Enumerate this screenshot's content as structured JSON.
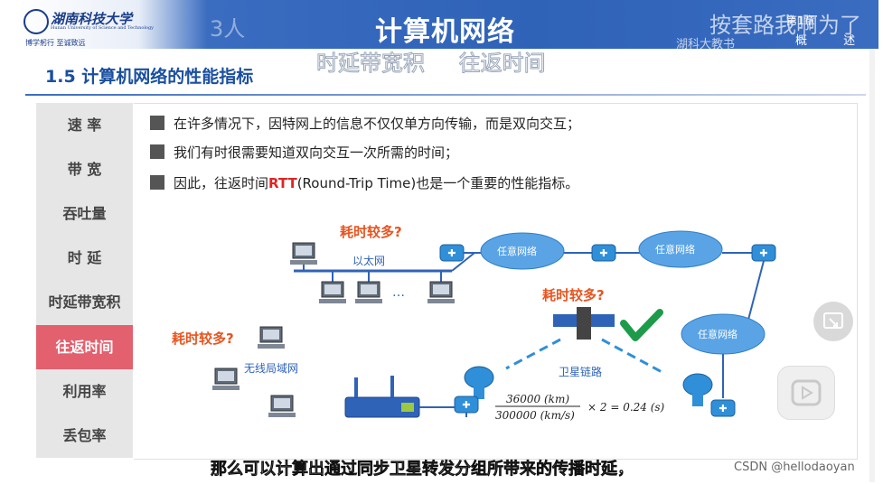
{
  "header": {
    "school_name": "湖南科技大学",
    "school_english": "Hunan University of Science and Technology",
    "school_motto": "博学躬行  至诚致远",
    "viewer_count_watermark": "3人",
    "main_title": "计算机网络",
    "watermark_right": "按套路我啊为了",
    "chapter_label": "第1章",
    "chapter_name": "概 述",
    "school_watermark": "湖科大教书",
    "watermark_tabs": [
      "时延带宽积",
      "往返时间"
    ]
  },
  "section_title": "1.5 计算机网络的性能指标",
  "sidebar": {
    "items": [
      {
        "label": "速 率",
        "active": false
      },
      {
        "label": "带 宽",
        "active": false
      },
      {
        "label": "吞吐量",
        "active": false
      },
      {
        "label": "时 延",
        "active": false
      },
      {
        "label": "时延带宽积",
        "active": false
      },
      {
        "label": "往返时间",
        "active": true
      },
      {
        "label": "利用率",
        "active": false
      },
      {
        "label": "丢包率",
        "active": false
      }
    ]
  },
  "bullets": [
    {
      "text": "在许多情况下，因特网上的信息不仅仅单方向传输，而是双向交互；"
    },
    {
      "text": "我们有时很需要知道双向交互一次所需的时间；"
    },
    {
      "before": "因此，往返时间",
      "highlight": "RTT",
      "after": "(Round-Trip Time)也是一个重要的性能指标。"
    }
  ],
  "diagram": {
    "question_label": "耗时较多?",
    "ethernet_label": "以太网",
    "wireless_label": "无线局域网",
    "cloud_label": "任意网络",
    "satellite_link_label": "卫星链路",
    "ellipsis": "…",
    "formula": {
      "num1": "36000  (km)",
      "den1": "300000  (km/s)",
      "rest": "× 2 = 0.24 (s)"
    }
  },
  "subtitle": "那么可以计算出通过同步卫星转发分组所带来的传播时延，",
  "csdn_watermark": "CSDN @hellodaoyan",
  "colors": {
    "header_blue": "#2f63b8",
    "active_red": "#e3606e",
    "rtt_red": "#e02424",
    "section_blue": "#1a4fa0",
    "orange_label": "#e8541f"
  }
}
